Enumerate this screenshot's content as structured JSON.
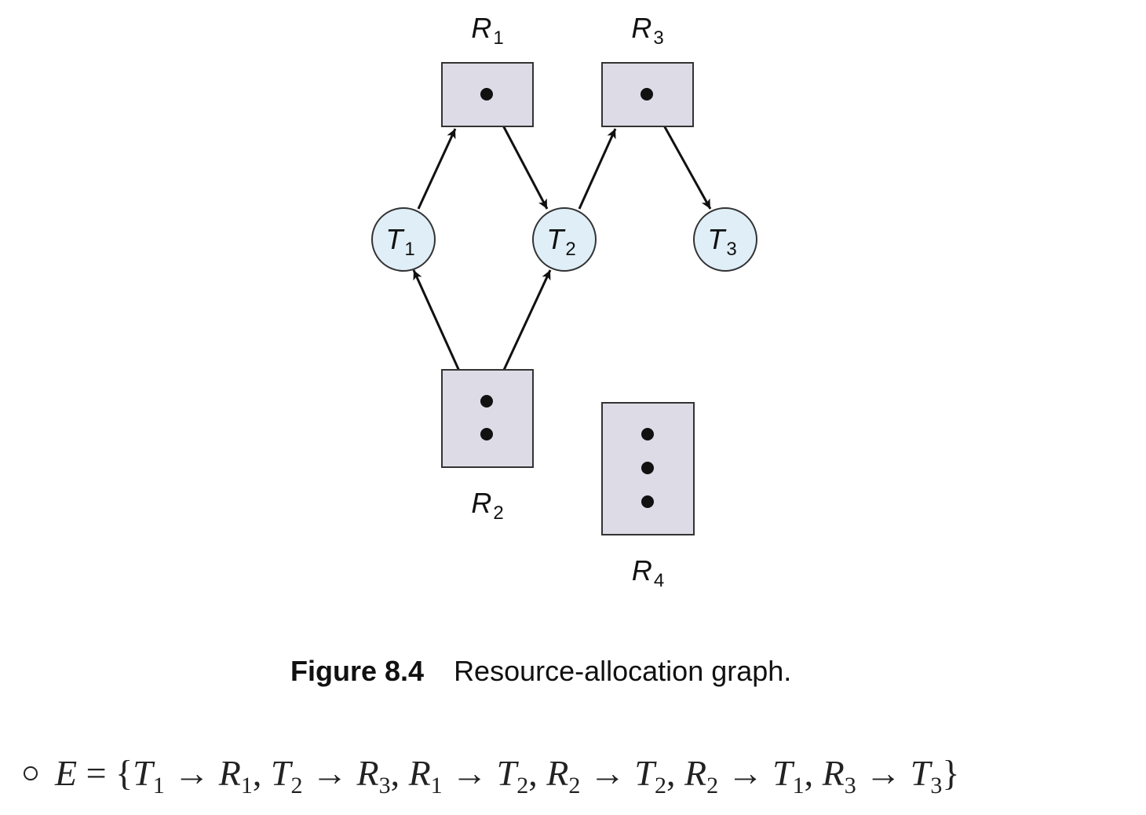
{
  "diagram": {
    "resources": [
      {
        "id": "R1",
        "letter": "R",
        "sub": "1",
        "instances": 1
      },
      {
        "id": "R2",
        "letter": "R",
        "sub": "2",
        "instances": 2
      },
      {
        "id": "R3",
        "letter": "R",
        "sub": "3",
        "instances": 1
      },
      {
        "id": "R4",
        "letter": "R",
        "sub": "4",
        "instances": 3
      }
    ],
    "threads": [
      {
        "id": "T1",
        "letter": "T",
        "sub": "1"
      },
      {
        "id": "T2",
        "letter": "T",
        "sub": "2"
      },
      {
        "id": "T3",
        "letter": "T",
        "sub": "3"
      }
    ],
    "edges": [
      {
        "from": "T1",
        "to": "R1",
        "kind": "request"
      },
      {
        "from": "T2",
        "to": "R3",
        "kind": "request"
      },
      {
        "from": "R1",
        "to": "T2",
        "kind": "assignment"
      },
      {
        "from": "R2",
        "to": "T2",
        "kind": "assignment"
      },
      {
        "from": "R2",
        "to": "T1",
        "kind": "assignment"
      },
      {
        "from": "R3",
        "to": "T3",
        "kind": "assignment"
      }
    ],
    "colors": {
      "resource_fill": "#dcdbe6",
      "thread_fill": "#dfeef7",
      "stroke": "#333333"
    }
  },
  "caption": {
    "label": "Figure 8.4",
    "text": "Resource-allocation graph."
  },
  "edge_set": {
    "lhs": "E",
    "equals": "=",
    "open_brace": "{",
    "close_brace": "}",
    "arrow": "→",
    "separator": ",",
    "pairs": [
      {
        "from_letter": "T",
        "from_sub": "1",
        "to_letter": "R",
        "to_sub": "1"
      },
      {
        "from_letter": "T",
        "from_sub": "2",
        "to_letter": "R",
        "to_sub": "3"
      },
      {
        "from_letter": "R",
        "from_sub": "1",
        "to_letter": "T",
        "to_sub": "2"
      },
      {
        "from_letter": "R",
        "from_sub": "2",
        "to_letter": "T",
        "to_sub": "2"
      },
      {
        "from_letter": "R",
        "from_sub": "2",
        "to_letter": "T",
        "to_sub": "1"
      },
      {
        "from_letter": "R",
        "from_sub": "3",
        "to_letter": "T",
        "to_sub": "3"
      }
    ]
  }
}
